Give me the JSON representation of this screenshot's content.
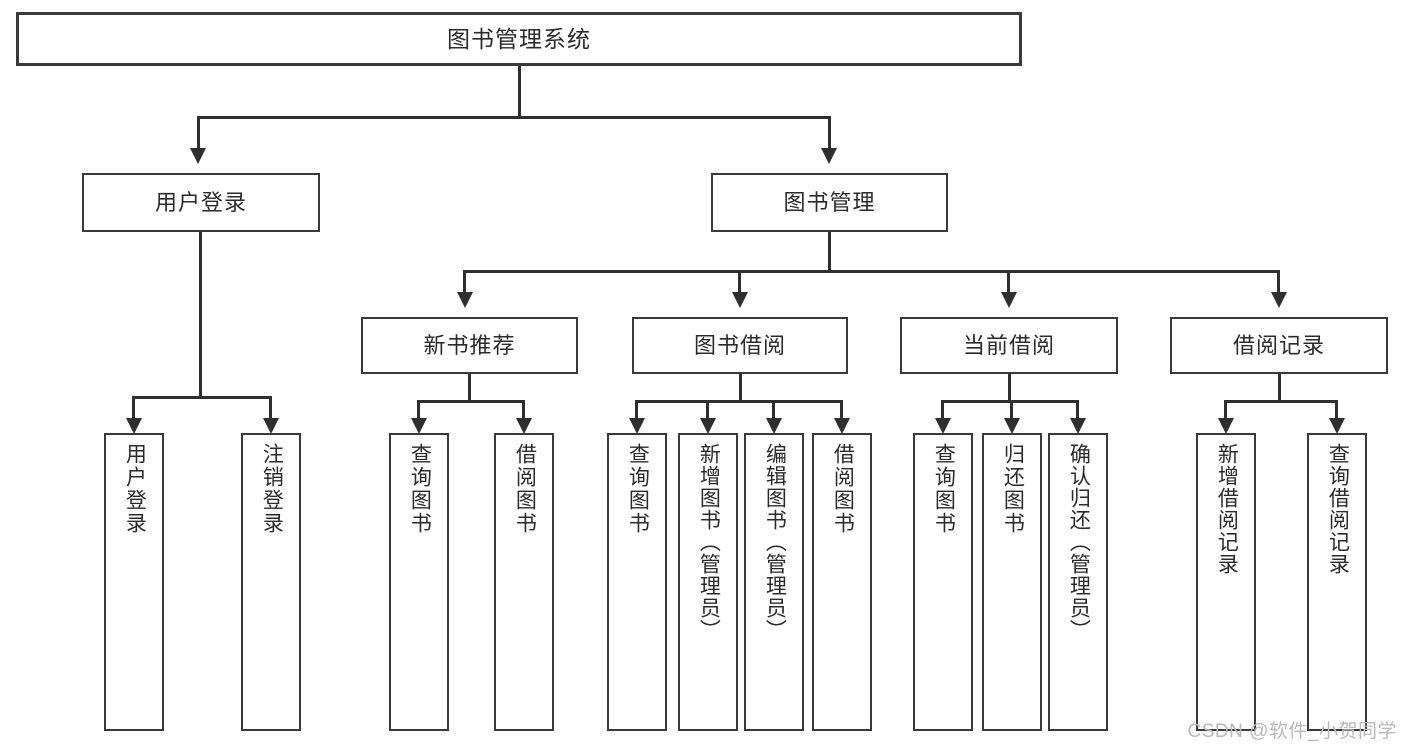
{
  "diagram": {
    "title": "图书管理系统",
    "type": "tree",
    "root": {
      "label": "图书管理系统"
    },
    "level2": [
      {
        "label": "用户登录"
      },
      {
        "label": "图书管理"
      }
    ],
    "level3": [
      {
        "label": "新书推荐"
      },
      {
        "label": "图书借阅"
      },
      {
        "label": "当前借阅"
      },
      {
        "label": "借阅记录"
      }
    ],
    "leaves": {
      "user_login": [
        {
          "label": "用户登录"
        },
        {
          "label": "注销登录"
        }
      ],
      "new_book_recommend": [
        {
          "label": "查询图书"
        },
        {
          "label": "借阅图书"
        }
      ],
      "book_borrow": [
        {
          "label": "查询图书"
        },
        {
          "label": "新增图书（管理员）"
        },
        {
          "label": "编辑图书（管理员）"
        },
        {
          "label": "借阅图书"
        }
      ],
      "current_borrow": [
        {
          "label": "查询图书"
        },
        {
          "label": "归还图书"
        },
        {
          "label": "确认归还（管理员）"
        }
      ],
      "borrow_record": [
        {
          "label": "新增借阅记录"
        },
        {
          "label": "查询借阅记录"
        }
      ]
    }
  },
  "watermark": {
    "text": "CSDN @软件_小贺同学"
  },
  "colors": {
    "box_border": "#3a3a3a",
    "connector": "#2f2f2f",
    "text": "#2b2b2b",
    "background": "#ffffff",
    "watermark": "#b9b9b9"
  }
}
